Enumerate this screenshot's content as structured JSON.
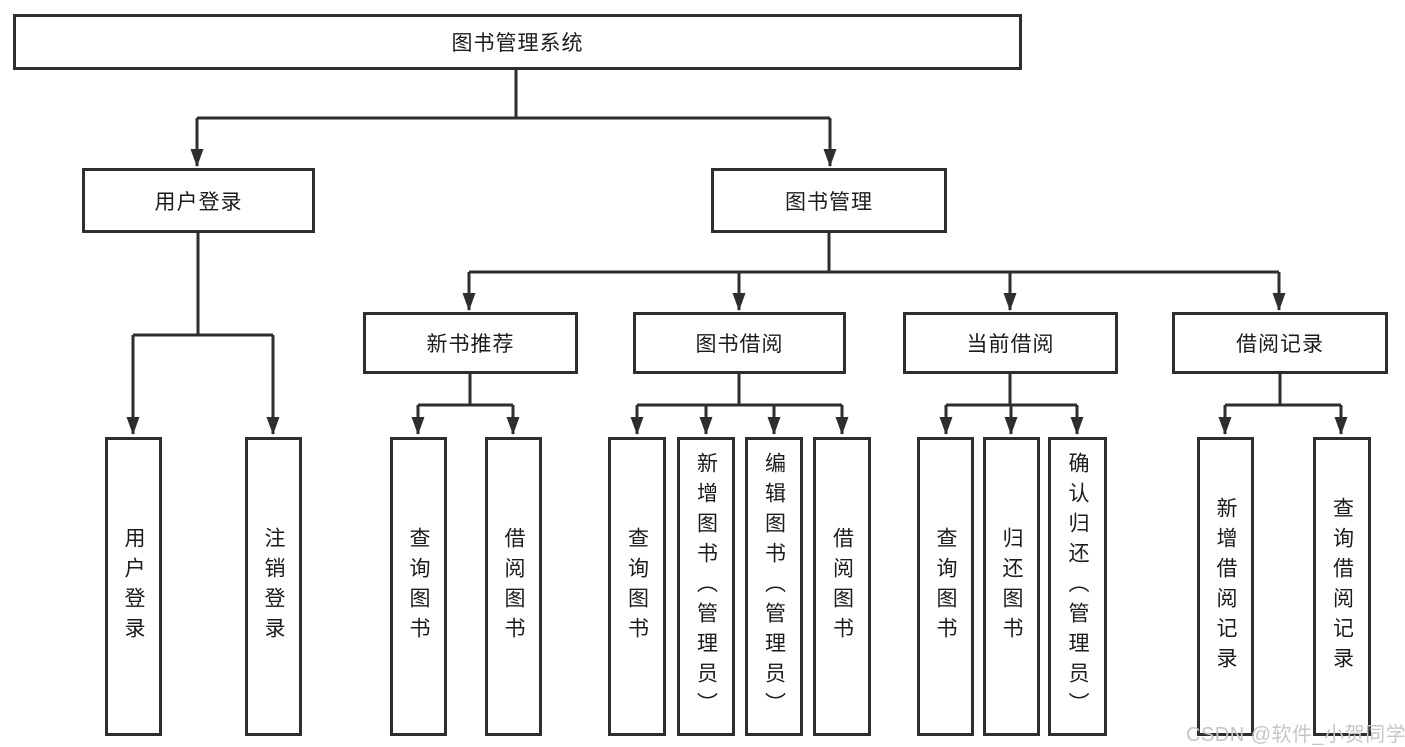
{
  "diagram": {
    "title_node": {
      "label": "图书管理系统"
    },
    "level2": [
      {
        "id": "user-login",
        "label": "用户登录",
        "parent": "图书管理系统"
      },
      {
        "id": "book-management",
        "label": "图书管理",
        "parent": "图书管理系统"
      }
    ],
    "level3": [
      {
        "id": "new-book-recommend",
        "label": "新书推荐",
        "parent": "图书管理"
      },
      {
        "id": "book-borrow",
        "label": "图书借阅",
        "parent": "图书管理"
      },
      {
        "id": "current-borrow",
        "label": "当前借阅",
        "parent": "图书管理"
      },
      {
        "id": "borrow-records",
        "label": "借阅记录",
        "parent": "图书管理"
      }
    ],
    "leaves": [
      {
        "id": "user-login-leaf",
        "label": "用户登录",
        "parent": "用户登录"
      },
      {
        "id": "logout",
        "label": "注销登录",
        "parent": "用户登录"
      },
      {
        "id": "query-book-1",
        "label": "查询图书",
        "parent": "新书推荐"
      },
      {
        "id": "borrow-book-1",
        "label": "借阅图书",
        "parent": "新书推荐"
      },
      {
        "id": "query-book-2",
        "label": "查询图书",
        "parent": "图书借阅"
      },
      {
        "id": "add-book-admin",
        "label": "新增图书（管理员）",
        "parent": "图书借阅"
      },
      {
        "id": "edit-book-admin",
        "label": "编辑图书（管理员）",
        "parent": "图书借阅"
      },
      {
        "id": "borrow-book-2",
        "label": "借阅图书",
        "parent": "图书借阅"
      },
      {
        "id": "query-book-3",
        "label": "查询图书",
        "parent": "当前借阅"
      },
      {
        "id": "return-book",
        "label": "归还图书",
        "parent": "当前借阅"
      },
      {
        "id": "confirm-return-admin",
        "label": "确认归还（管理员）",
        "parent": "当前借阅"
      },
      {
        "id": "add-borrow-record",
        "label": "新增借阅记录",
        "parent": "借阅记录"
      },
      {
        "id": "query-borrow-record",
        "label": "查询借阅记录",
        "parent": "借阅记录"
      }
    ]
  },
  "watermark": {
    "text": "CSDN @软件_小贺同学"
  },
  "colors": {
    "background": "#ffffff",
    "line": "#2e2e2e",
    "text": "#1c1c1c",
    "watermark": "#c6c6c6"
  }
}
